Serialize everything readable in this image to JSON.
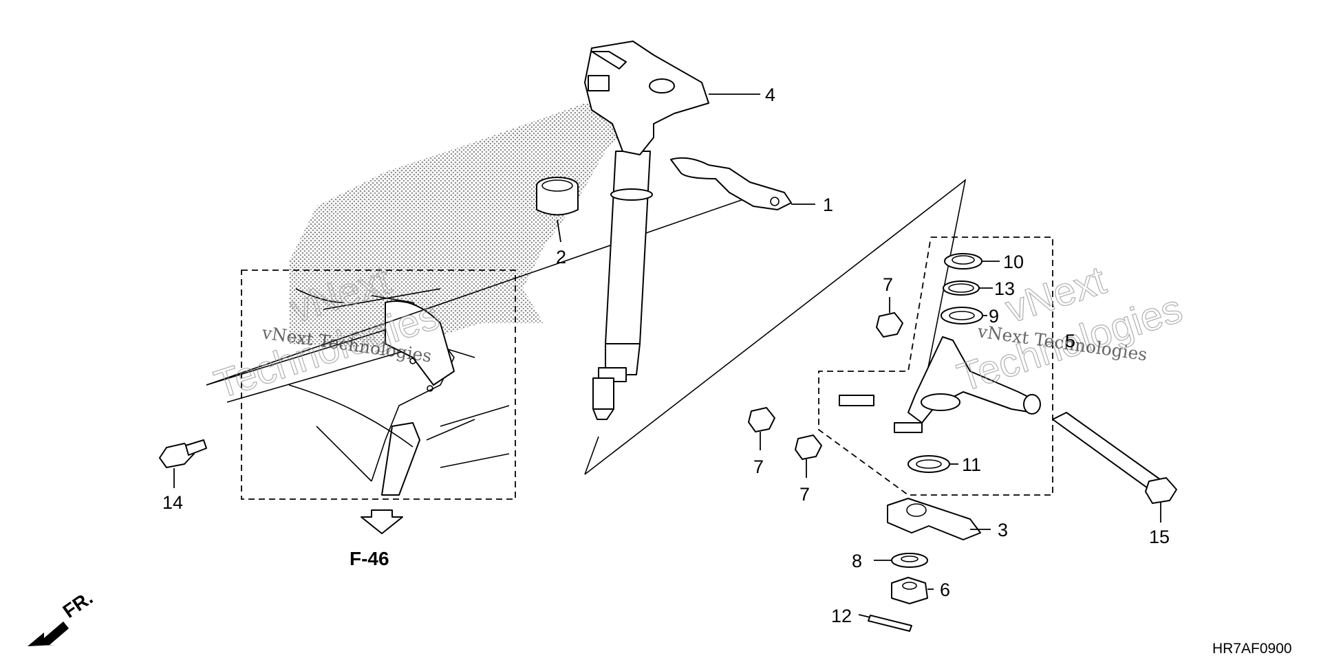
{
  "diagram": {
    "callouts": [
      "1",
      "2",
      "3",
      "4",
      "5",
      "6",
      "7",
      "8",
      "9",
      "10",
      "11",
      "12",
      "13",
      "14",
      "15"
    ],
    "reference_label": "F-46",
    "direction_label": "FR.",
    "diagram_code": "HR7AF0900",
    "watermark": {
      "serif_text": "vNext Technologies",
      "outline_line1": "vNext",
      "outline_line2": "Technologies"
    }
  }
}
